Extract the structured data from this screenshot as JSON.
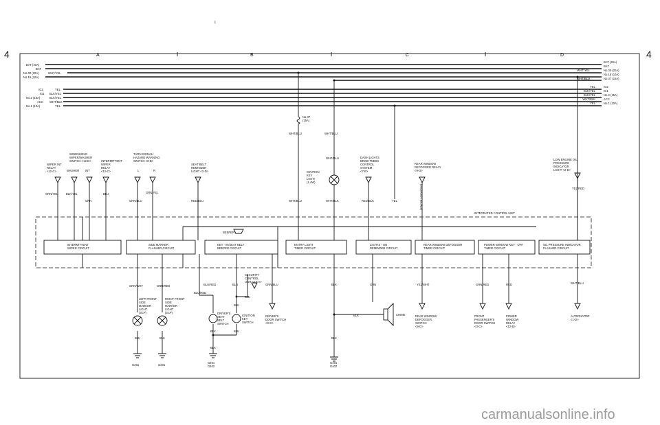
{
  "page": {
    "page_number_left": "4",
    "page_number_right": "4",
    "zones": [
      "A",
      "B",
      "C",
      "D"
    ],
    "top_mark": "ξ",
    "watermark": "carmanualsonline.info"
  },
  "bus_labels_left": [
    "BAT (40A)",
    "BAT",
    "No.30 (20A)",
    "No.15 (10A)",
    "IG2",
    "IG1",
    "No.2 (15A)",
    "ACC",
    "No.1 (10A)"
  ],
  "bus_wire_left": [
    "WHT/YEL",
    "YEL",
    "BLK/YEL",
    "BLK/YEL",
    "WHT/BLK",
    "YEL"
  ],
  "bus_labels_right": [
    "BAT (40A)",
    "BAT",
    "No.30 (20A)",
    "No.15 (10A)",
    "No.37 (15A)",
    "IG2",
    "IG1",
    "No.2 (15A)",
    "ACC",
    "No.1 (10A)"
  ],
  "bus_wire_right": [
    "WHT/YEL",
    "WHT/BLU",
    "YEL",
    "BLK/YEL",
    "BLK/YEL",
    "WHT/BLK",
    "YEL"
  ],
  "fuse37": [
    "No.37",
    "(15A)"
  ],
  "top_components": {
    "wiper_int_relay": [
      "WIPER INT",
      "RELAY",
      "<12-C>"
    ],
    "windshield_switch": [
      "WINDSHIELD",
      "WIPER/WASHER",
      "SWITCH <12-D>"
    ],
    "washer": "WASHER",
    "int": "INT",
    "int_wiper_relay": [
      "INTERMITTENT",
      "WIPER",
      "RELAY",
      "<12-C>"
    ],
    "turn_signal": [
      "TURN SIGNAL/",
      "HAZARD WARNING",
      "SWITCH <8-B>"
    ],
    "turn_l": "L",
    "turn_r": "R",
    "seat_belt": [
      "SEAT BELT",
      "REMINDER",
      "LIGHT <2-D>"
    ],
    "ignition_key_light": [
      "IGNITION",
      "KEY",
      "LIGHT",
      "(1.4W)"
    ],
    "dash_lights": [
      "DASH LIGHTS",
      "BRIGHTNESS",
      "CONTROL",
      "SYSTEM",
      "<7-B>"
    ],
    "rear_window_relay": [
      "REAR WINDOW",
      "DEFOGGER RELAY",
      "<9-D>"
    ],
    "internal_connection": "(Internal connection)",
    "low_engine_oil": [
      "LOW ENGINE OIL",
      "PRESSURE",
      "INDICATOR",
      "LIGHT <2-D>"
    ]
  },
  "wire_colors_top": {
    "grn_yel": "GRN/YEL",
    "blk_yel": "BLK/YEL",
    "grn": "GRN",
    "blu": "BLU",
    "grn_blu": "GRN/BLU",
    "grn_yel2": "GRN/YEL",
    "red_blu": "RED/BLU",
    "wht_blu_a": "WHT/BLU",
    "wht_blu_b": "WHT/BLU",
    "wht_blu_c": "WHT/BLU",
    "wht_blu_d": "WHT/BLU",
    "wht_blk": "WHT/BLK",
    "red_blk": "RED/BLK",
    "yel": "YEL",
    "yel_red": "YEL/RED"
  },
  "control_unit": {
    "title": "INTEGRATED CONTROL UNIT",
    "beeper": "BEEPER",
    "circuits": [
      [
        "INTERMITTENT",
        "WIPER CIRCUIT"
      ],
      [
        "SIDE MARKER",
        "FLASHER CIRCUIT"
      ],
      [
        "KEY - IN/SEAT BELT",
        "BEEPER CIRCUIT"
      ],
      [
        "ENTRY LIGHT",
        "TIMER CIRCUIT"
      ],
      [
        "LIGHTS - ON",
        "REMINDER CIRCUIT"
      ],
      [
        "REAR WINDOW DEFOGGER",
        "TIMER CIRCUIT"
      ],
      [
        "POWER WINDOW KEY - OFF",
        "TIMER CIRCUIT"
      ],
      [
        "OIL PRESSURE INDICATOR",
        "FLASHER CIRCUIT"
      ]
    ]
  },
  "bottom": {
    "grn_wht": "GRN/WHT",
    "grn_red_a": "GRN/RED",
    "left_marker": [
      "LEFT FRONT",
      "SIDE",
      "MARKER",
      "LIGHT",
      "(3CP)"
    ],
    "right_marker": [
      "RIGHT FRONT",
      "SIDE",
      "MARKER",
      "LIGHT",
      "(3CP)"
    ],
    "blk_a": "BLK",
    "blk_b": "BLK",
    "g201_a": "G201",
    "g201_b": "G201",
    "blu_red_a": "BLU/RED",
    "blu_red_b": "BLU/RED",
    "blu_a": "BLU",
    "blu_b": "BLU",
    "blu_c": "BLU",
    "security": [
      "SECURITY",
      "CONTROL",
      "UNIT <18-A>"
    ],
    "grn_blu_b": "GRN/BLU",
    "driver_seat_belt": [
      "DRIVER'S",
      "SEAT",
      "BELT",
      "SWITCH"
    ],
    "ignition_key_switch": [
      "IGNITION",
      "KEY",
      "SWITCH"
    ],
    "blk_c": "BLK",
    "blk_d": "BLK",
    "blk_e": "BLK",
    "g401_a": [
      "G401",
      "G402"
    ],
    "driver_door": [
      "DRIVER'S",
      "DOOR SWITCH",
      "<3-C>"
    ],
    "blk_f": "BLK",
    "blk_g": "BLK",
    "blk_h": "BLK",
    "g401_b": [
      "G401",
      "G402"
    ],
    "grn": "GRN",
    "chime": "CHIME",
    "yel_wht": "YEL/WHT",
    "rear_defogger_switch": [
      "REAR WINDOW",
      "DEFOGGER",
      "SWITCH",
      "<9-D>"
    ],
    "grn_red_b": "GRN/RED",
    "red": "RED",
    "front_pass_door": [
      "FRONT",
      "PASSENGER'S",
      "DOOR SWITCH",
      "<3-C>"
    ],
    "power_window_relay": [
      "POWER",
      "WINDOW",
      "RELAY",
      "<12-B>"
    ],
    "wht_blu": "WHT/BLU",
    "alternator": [
      "ALTERNATOR",
      "<1-D>"
    ]
  }
}
